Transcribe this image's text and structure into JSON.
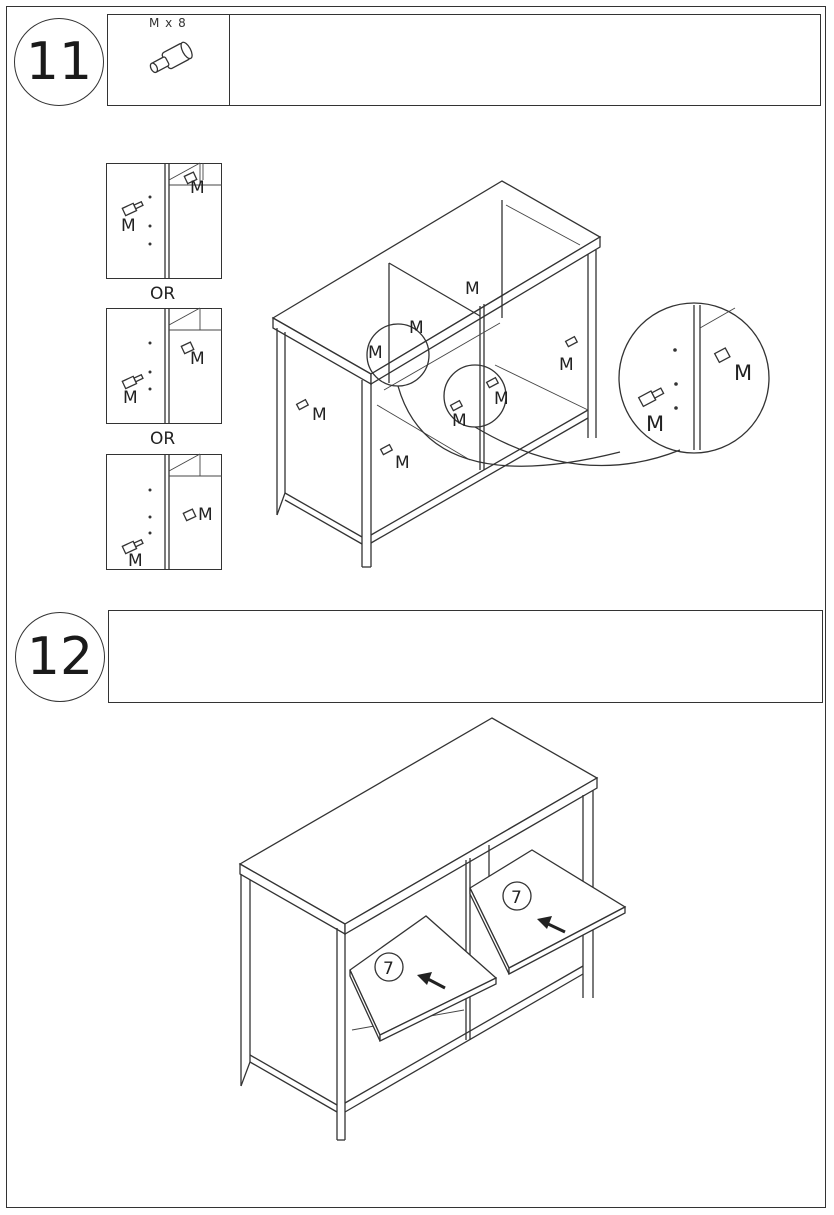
{
  "steps": [
    {
      "number": "11",
      "hardware": {
        "label": "M x 8",
        "icon": "bolt-icon"
      },
      "instruction_text": "",
      "detail_options": [
        "OR",
        "OR"
      ],
      "part_labels": [
        "M",
        "M",
        "M",
        "M",
        "M",
        "M",
        "M",
        "M",
        "M",
        "M",
        "M",
        "M",
        "M",
        "M",
        "M",
        "M"
      ]
    },
    {
      "number": "12",
      "instruction_text": "",
      "part_labels": [
        "7",
        "7"
      ]
    }
  ]
}
